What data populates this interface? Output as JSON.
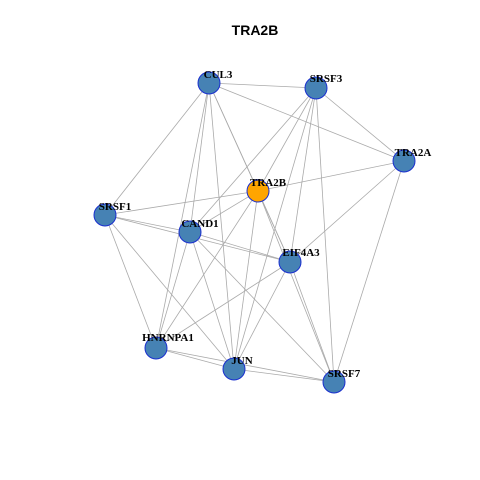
{
  "title": "TRA2B",
  "colors": {
    "focus_node": "#FFA500",
    "node": "#4682B4",
    "node_border": "#1F2FD0",
    "edge": "#AAAAAA",
    "background": "#FFFFFF"
  },
  "nodes": [
    {
      "id": "CUL3",
      "label": "CUL3",
      "focus": false
    },
    {
      "id": "SRSF3",
      "label": "SRSF3",
      "focus": false
    },
    {
      "id": "TRA2A",
      "label": "TRA2A",
      "focus": false
    },
    {
      "id": "TRA2B",
      "label": "TRA2B",
      "focus": true
    },
    {
      "id": "SRSF1",
      "label": "SRSF1",
      "focus": false
    },
    {
      "id": "CAND1",
      "label": "CAND1",
      "focus": false
    },
    {
      "id": "EIF4A3",
      "label": "EIF4A3",
      "focus": false
    },
    {
      "id": "HNRNPA1",
      "label": "HNRNPA1",
      "focus": false
    },
    {
      "id": "JUN",
      "label": "JUN",
      "focus": false
    },
    {
      "id": "SRSF7",
      "label": "SRSF7",
      "focus": false
    }
  ],
  "edges": [
    [
      "CUL3",
      "SRSF3"
    ],
    [
      "CUL3",
      "TRA2A"
    ],
    [
      "CUL3",
      "SRSF1"
    ],
    [
      "CUL3",
      "CAND1"
    ],
    [
      "CUL3",
      "EIF4A3"
    ],
    [
      "CUL3",
      "HNRNPA1"
    ],
    [
      "CUL3",
      "JUN"
    ],
    [
      "CUL3",
      "TRA2B"
    ],
    [
      "SRSF3",
      "TRA2A"
    ],
    [
      "SRSF3",
      "CAND1"
    ],
    [
      "SRSF3",
      "EIF4A3"
    ],
    [
      "SRSF3",
      "JUN"
    ],
    [
      "SRSF3",
      "SRSF7"
    ],
    [
      "SRSF3",
      "TRA2B"
    ],
    [
      "TRA2A",
      "TRA2B"
    ],
    [
      "TRA2A",
      "EIF4A3"
    ],
    [
      "TRA2A",
      "SRSF7"
    ],
    [
      "TRA2B",
      "SRSF1"
    ],
    [
      "TRA2B",
      "EIF4A3"
    ],
    [
      "TRA2B",
      "HNRNPA1"
    ],
    [
      "TRA2B",
      "JUN"
    ],
    [
      "TRA2B",
      "SRSF7"
    ],
    [
      "TRA2B",
      "CAND1"
    ],
    [
      "SRSF1",
      "CAND1"
    ],
    [
      "SRSF1",
      "EIF4A3"
    ],
    [
      "SRSF1",
      "HNRNPA1"
    ],
    [
      "SRSF1",
      "JUN"
    ],
    [
      "CAND1",
      "EIF4A3"
    ],
    [
      "CAND1",
      "HNRNPA1"
    ],
    [
      "CAND1",
      "JUN"
    ],
    [
      "CAND1",
      "SRSF7"
    ],
    [
      "EIF4A3",
      "HNRNPA1"
    ],
    [
      "EIF4A3",
      "JUN"
    ],
    [
      "EIF4A3",
      "SRSF7"
    ],
    [
      "HNRNPA1",
      "JUN"
    ],
    [
      "HNRNPA1",
      "SRSF7"
    ],
    [
      "JUN",
      "SRSF7"
    ]
  ]
}
